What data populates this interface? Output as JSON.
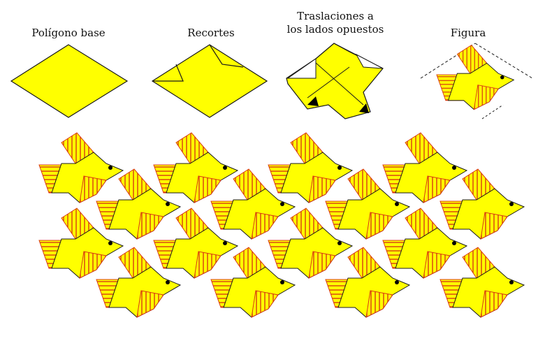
{
  "steps": [
    {
      "label": "Polígono base"
    },
    {
      "label": "Recortes"
    },
    {
      "label_line1": "Traslaciones a",
      "label_line2": "los lados opuestos"
    },
    {
      "label": "Figura"
    }
  ],
  "colors": {
    "fill": "#ffff00",
    "stroke": "#1a1a1a",
    "stripe": "#d83a10",
    "eye": "#000000"
  },
  "tessellation": {
    "rows": 4,
    "birds_per_row": 4,
    "motif": "bird-icon"
  }
}
